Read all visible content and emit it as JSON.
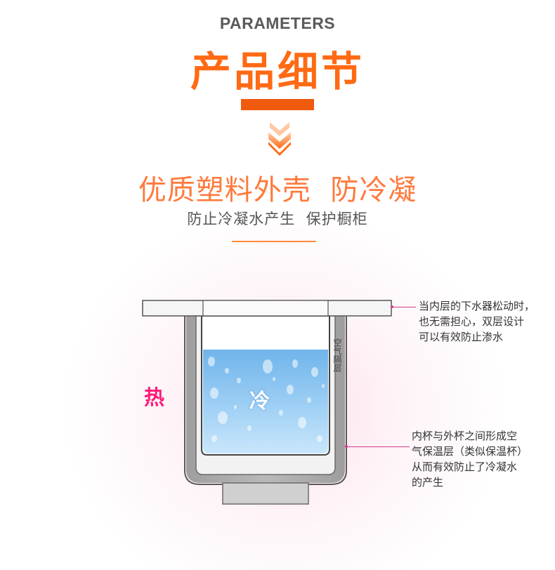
{
  "header": {
    "eyebrow": "PARAMETERS",
    "title": "产品细节",
    "accent_color": "#ff6a14"
  },
  "feature": {
    "headline": "优质塑料外壳  防冷凝",
    "subline": "防止冷凝水产生  保护橱柜"
  },
  "diagram": {
    "hot_label": "热",
    "cold_label": "冷",
    "air_gap_label": "空气隔层",
    "hot_color": "#ff1a78"
  },
  "callouts": {
    "top": [
      "当内层的下水器松动时，",
      "也无需担心，双层设计",
      "可以有效防止渗水"
    ],
    "bottom": [
      "内杯与外杯之间形成空",
      "气保温层（类似保温杯）",
      "从而有效防止了冷凝水",
      "的产生"
    ]
  },
  "icons": {
    "down_arrow": "double-chevron-down-icon"
  }
}
